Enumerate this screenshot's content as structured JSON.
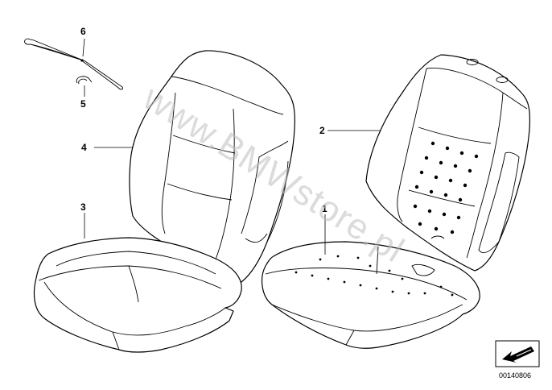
{
  "callouts": {
    "p1": "1",
    "p2": "2",
    "p3": "3",
    "p4": "4",
    "p5": "5",
    "p6": "6"
  },
  "watermark": "www.BMWstore.pl",
  "diagram_number": "00140806",
  "icons": {
    "corner_badge": "view-direction-arrow-icon"
  }
}
